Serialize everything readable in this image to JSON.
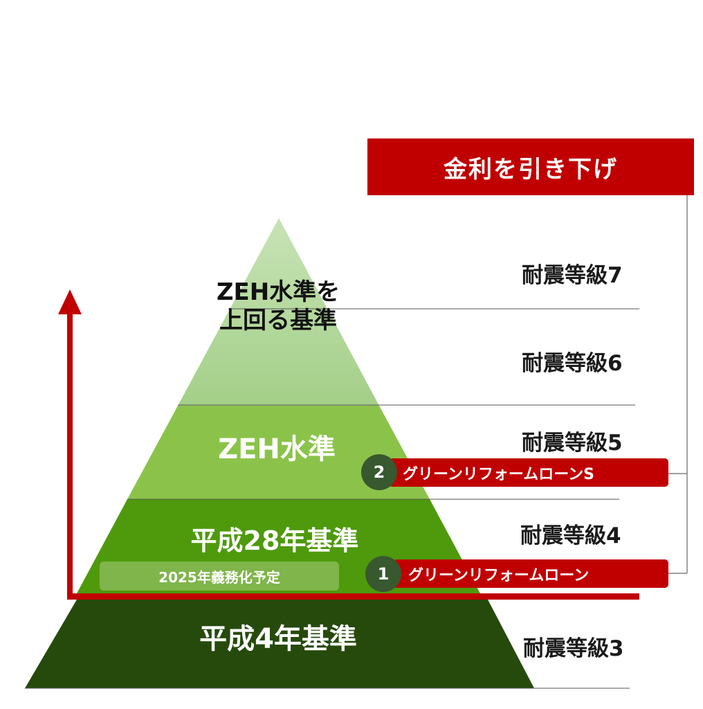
{
  "header": {
    "label": "金利を引き下げ"
  },
  "levels": [
    {
      "label_lines": [
        "ZEH水準を",
        "上回る基準"
      ]
    },
    {
      "label": "ZEH水準"
    },
    {
      "label": "平成28年基準"
    },
    {
      "label": "平成4年基準"
    }
  ],
  "grades": [
    "耐震等級7",
    "耐震等級6",
    "耐震等級5",
    "耐震等級4",
    "耐震等級3"
  ],
  "loans": [
    {
      "number": "2",
      "label": "グリーンリフォームローンS"
    },
    {
      "number": "1",
      "label": "グリーンリフォームローン"
    }
  ],
  "mandate_note": "2025年義務化予定",
  "colors": {
    "accent_red": "#c00000",
    "tier_top": "#b2d89c",
    "tier_zeh": "#8bc34a",
    "tier_h28": "#4e9a0c",
    "tier_h4": "#264a0c",
    "circle": "#38582f"
  }
}
